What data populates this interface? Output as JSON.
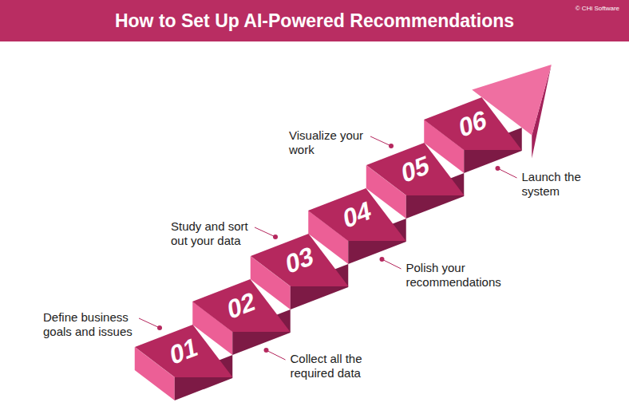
{
  "diagram": {
    "title": "How to Set Up AI-Powered Recommendations",
    "nodes": [
      {
        "text": [
          "01"
        ]
      },
      {
        "text": [
          "02"
        ]
      },
      {
        "text": [
          "03"
        ]
      },
      {
        "text": [
          "04"
        ]
      },
      {
        "text": [
          "05"
        ]
      },
      {
        "text": [
          "06"
        ]
      }
    ],
    "labels": [
      "© CHi Software",
      "Define business goals and issues",
      "Collect all the required data",
      "Study and sort out your data",
      "Polish your recommendations",
      "Visualize your work",
      "Launch the system"
    ]
  }
}
